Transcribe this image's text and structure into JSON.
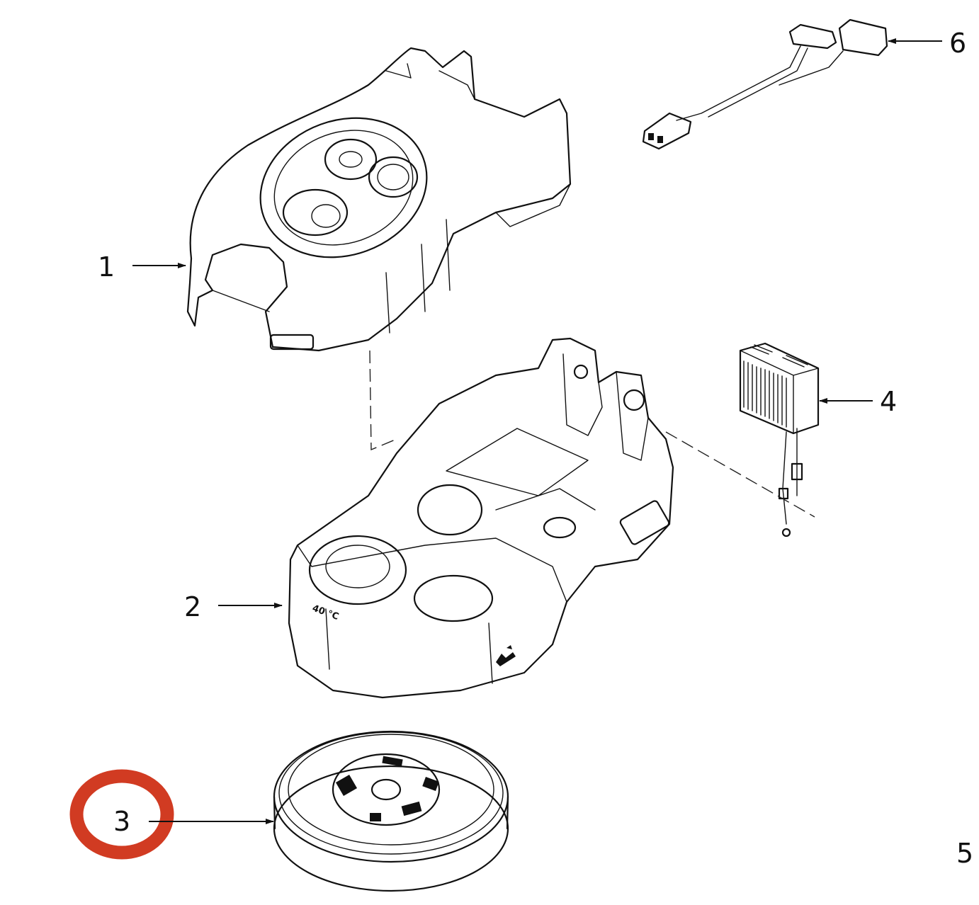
{
  "diagram": {
    "type": "exploded-parts-view",
    "callouts": [
      {
        "id": "1",
        "label": "1",
        "part": "upper-housing-cover"
      },
      {
        "id": "2",
        "label": "2",
        "part": "lower-housing-base"
      },
      {
        "id": "3",
        "label": "3",
        "part": "round-base-plate",
        "highlighted": true
      },
      {
        "id": "4",
        "label": "4",
        "part": "electronic-module"
      },
      {
        "id": "5",
        "label": "5",
        "part": "page-number"
      },
      {
        "id": "6",
        "label": "6",
        "part": "wiring-harness"
      }
    ],
    "embossed_text": {
      "temperature_mark": "40 °C"
    },
    "colors": {
      "line": "#111111",
      "highlight": "#d13b22",
      "background": "#ffffff"
    }
  }
}
